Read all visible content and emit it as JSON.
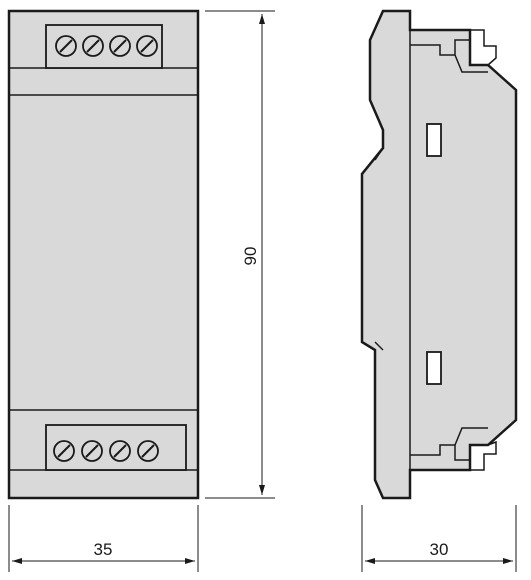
{
  "dimensions": {
    "width_front": "35",
    "height": "90",
    "depth_side": "30"
  },
  "views": {
    "front": {
      "terminal_count_top": 4,
      "terminal_count_bottom": 4
    },
    "side": {}
  },
  "colors": {
    "body_fill": "#d9d9d9",
    "line": "#1a1a1a",
    "background": "#ffffff"
  }
}
